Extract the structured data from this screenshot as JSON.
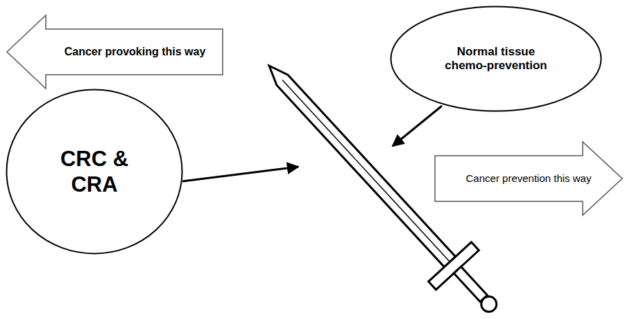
{
  "diagram": {
    "nodes": [
      {
        "text": [
          "Cancer provoking this way"
        ]
      },
      {
        "text": [
          "Normal tissue chemo-prevention"
        ]
      },
      {
        "text": [
          "CRC & CRA"
        ]
      },
      {
        "text": [
          "Cancer prevention this way"
        ]
      }
    ]
  }
}
